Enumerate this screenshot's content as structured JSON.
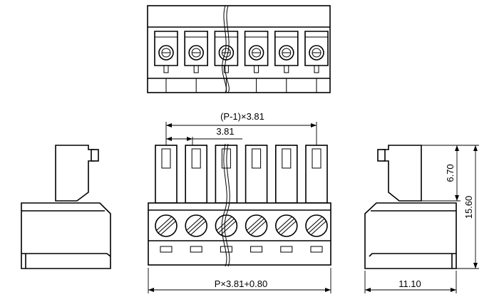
{
  "dimensions": {
    "pitch_formula": "(P-1)×3.81",
    "pitch": "3.81",
    "total_length": "P×3.81+0.80",
    "upper_height": "6.70",
    "total_height": "15.60",
    "depth": "11.10"
  },
  "pin_count": 6
}
